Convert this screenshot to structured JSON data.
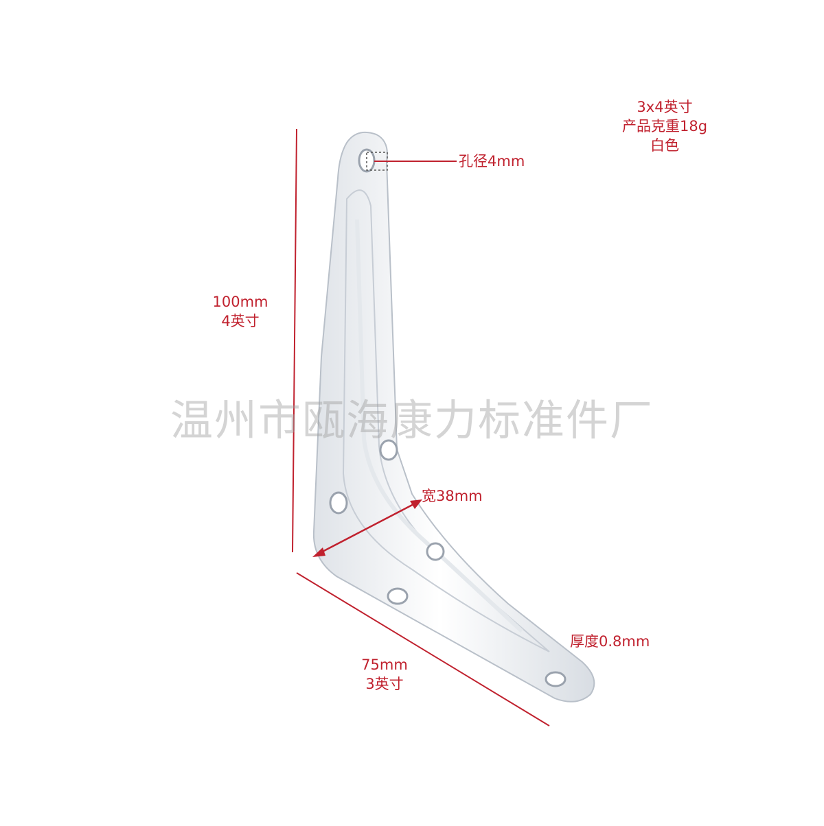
{
  "specs": {
    "size": "3x4英寸",
    "weight": "产品克重18g",
    "color": "白色"
  },
  "dimensions": {
    "hole": "孔径4mm",
    "height_mm": "100mm",
    "height_in": "4英寸",
    "width": "宽38mm",
    "thickness": "厚度0.8mm",
    "length_mm": "75mm",
    "length_in": "3英寸"
  },
  "watermark": "温州市瓯海康力标准件厂",
  "colors": {
    "annotation": "#c0212e",
    "bracket": "#f1f3f6",
    "bracket_edge": "#b9c0c9"
  }
}
